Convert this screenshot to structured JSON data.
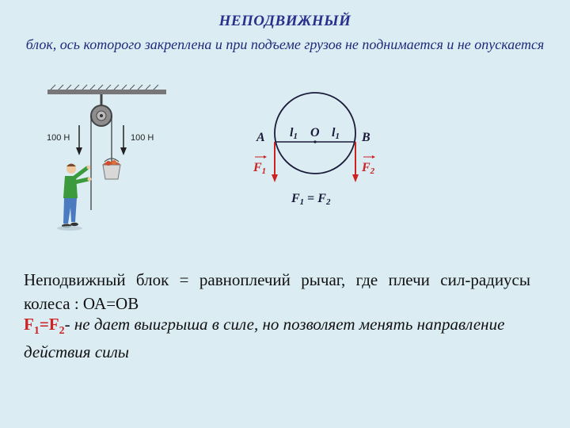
{
  "title": "НЕПОДВИЖНЫЙ",
  "subtitle": "блок, ось которого закреплена и при подъеме грузов не поднимается и не опускается",
  "figure_left": {
    "force_left": "100 Н",
    "force_right": "100 Н"
  },
  "figure_right": {
    "label_A": "A",
    "label_B": "B",
    "label_O": "O",
    "label_l": "l",
    "label_l_sub": "1",
    "label_F1": "F",
    "label_F1_sub": "1",
    "label_F2": "F",
    "label_F2_sub": "2",
    "equation_F1": "F",
    "equation_F1_sub": "1",
    "equation_eq": " = ",
    "equation_F2": "F",
    "equation_F2_sub": "2"
  },
  "paragraph1": "Неподвижный блок = равноплечий рычаг, где плечи сил-радиусы колеса : ОА=ОВ",
  "paragraph2": {
    "formula_F": "F",
    "formula_sub1": "1",
    "formula_eq": "=F",
    "formula_sub2": "2",
    "dash": "-",
    "text": " не дает выигрыша в силе, но позволяет менять направление действия силы"
  },
  "colors": {
    "background": "#dbecf3",
    "title": "#2b2f8c",
    "force_arrow": "#cc2222",
    "circle": "#1a1a3a"
  }
}
